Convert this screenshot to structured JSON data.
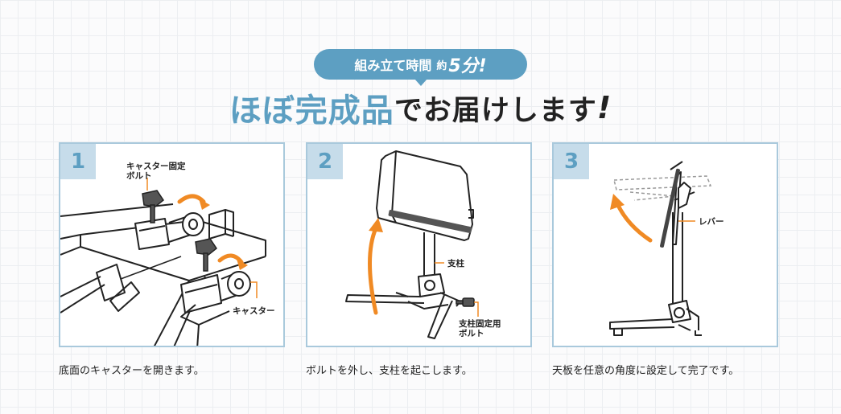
{
  "header": {
    "pill_main": "組み立て時間",
    "pill_small": "約",
    "pill_big": "5分!",
    "headline_blue": "ほぼ完成品",
    "headline_black": "でお届けします",
    "headline_mark": "!"
  },
  "steps": [
    {
      "number": "1",
      "labels": [
        "キャスター固定",
        "ボルト",
        "キャスター"
      ],
      "caption": "底面のキャスターを開きます。"
    },
    {
      "number": "2",
      "labels": [
        "支柱",
        "支柱固定用",
        "ボルト"
      ],
      "caption": "ボルトを外し、支柱を起こします。"
    },
    {
      "number": "3",
      "labels": [
        "レバー"
      ],
      "caption": "天板を任意の角度に設定して完了です。"
    }
  ],
  "colors": {
    "accent": "#5d9fc2",
    "badge": "#c6dcea",
    "border": "#a9c9dc",
    "arrow": "#f08a24"
  }
}
